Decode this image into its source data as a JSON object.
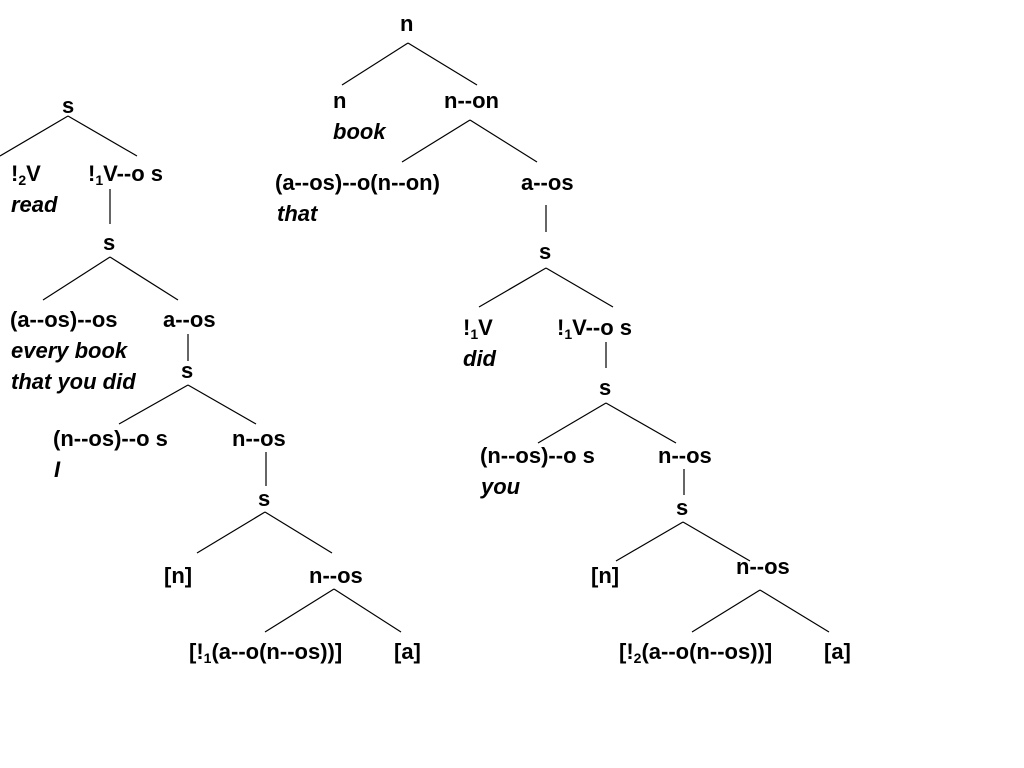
{
  "right_tree": {
    "root": "n",
    "n": "n",
    "book": "book",
    "n_on": "n--on",
    "rel": "(a--os)--o(n--on)",
    "that": "that",
    "a_os": "a--os",
    "s1": "s",
    "b1": "!",
    "b1_sub": "1",
    "b1_tail": "V",
    "did": "did",
    "c1": "!",
    "c1_sub": "1",
    "c1_tail": "V--o s",
    "s2": "s",
    "you_cat": "(n--os)--o s",
    "you": "you",
    "n_os1": "n--os",
    "s3": "s",
    "n_gap": "[n]",
    "n_os2": "n--os",
    "d_open": "[!",
    "d_sub": "2",
    "d_tail": "(a--o(n--os))]",
    "a_gap": "[a]"
  },
  "left_tree": {
    "root": "s",
    "b2": "!",
    "b2_sub": "2",
    "b2_tail": "V",
    "read": "read",
    "c1": "!",
    "c1_sub": "1",
    "c1_tail": "V--o s",
    "s1": "s",
    "det_cat": "(a--os)--os",
    "every1": "every book",
    "every2": "that you did",
    "a_os": "a--os",
    "s2": "s",
    "i_cat": "(n--os)--o s",
    "i_word": "I",
    "n_os1": "n--os",
    "s3": "s",
    "n_gap": "[n]",
    "n_os2": "n--os",
    "d_open": "[!",
    "d_sub": "1",
    "d_tail": "(a--o(n--os))]",
    "a_gap": "[a]"
  }
}
